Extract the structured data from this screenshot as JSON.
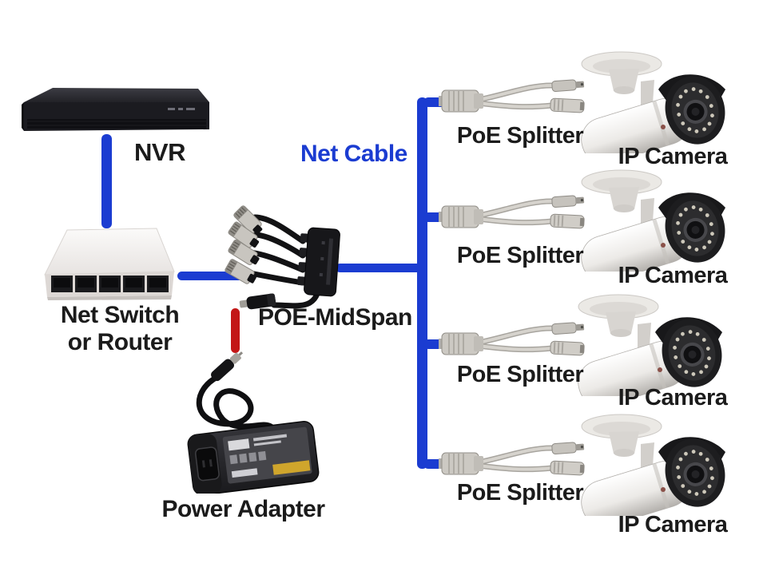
{
  "colors": {
    "cable_blue": "#1b3cd1",
    "cable_red": "#c31616",
    "label": "#1b1b1b"
  },
  "nodes": {
    "nvr": {
      "label": "NVR"
    },
    "net_switch": {
      "label_line1": "Net Switch",
      "label_line2": "or Router"
    },
    "net_cable": {
      "label": "Net Cable"
    },
    "midspan": {
      "label": "POE-MidSpan"
    },
    "power_adapter": {
      "label": "Power Adapter"
    },
    "splitters": [
      {
        "label": "PoE Splitter"
      },
      {
        "label": "PoE Splitter"
      },
      {
        "label": "PoE Splitter"
      },
      {
        "label": "PoE Splitter"
      }
    ],
    "cameras": [
      {
        "label": "IP Camera"
      },
      {
        "label": "IP Camera"
      },
      {
        "label": "IP Camera"
      },
      {
        "label": "IP Camera"
      }
    ]
  }
}
